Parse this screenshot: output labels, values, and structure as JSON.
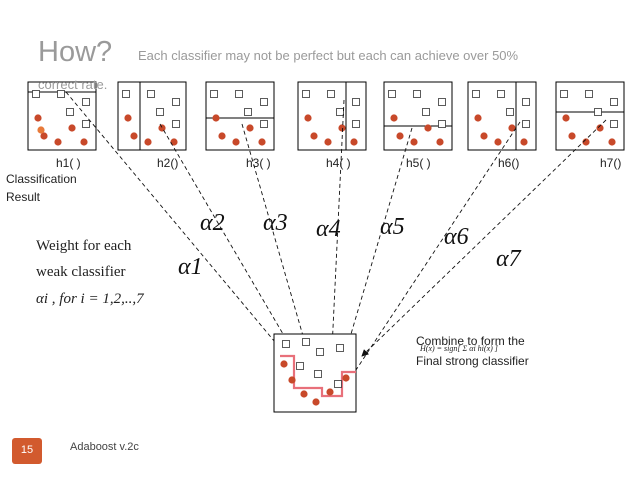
{
  "heading": {
    "title": "How?",
    "subtitle_line1": "Each classifier may not be perfect but each can achieve over 50%",
    "subtitle_line2": "correct rate."
  },
  "classifiers": {
    "labels": [
      "h1( )",
      "h2()",
      "h3( )",
      "h4( )",
      "h5( )",
      "h6()",
      "h7()"
    ]
  },
  "side": {
    "classification": "Classification",
    "result": "Result"
  },
  "weights": {
    "line1": "Weight for each",
    "line2": "weak classifier",
    "line3": "αi , for i = 1,2,..,7"
  },
  "alphas": [
    "α1",
    "α2",
    "α3",
    "α4",
    "α5",
    "α6",
    "α7"
  ],
  "combine": {
    "line1": "Combine to form the",
    "line2": "Final strong classifier",
    "formula": "H(x) = sign[ Σ αi hi(x) ]"
  },
  "footer": {
    "page": "15",
    "title": "Adaboost v.2c"
  },
  "colors": {
    "point": "#c8492a",
    "boundary": "#e8707a",
    "badge": "#d25a2e"
  }
}
